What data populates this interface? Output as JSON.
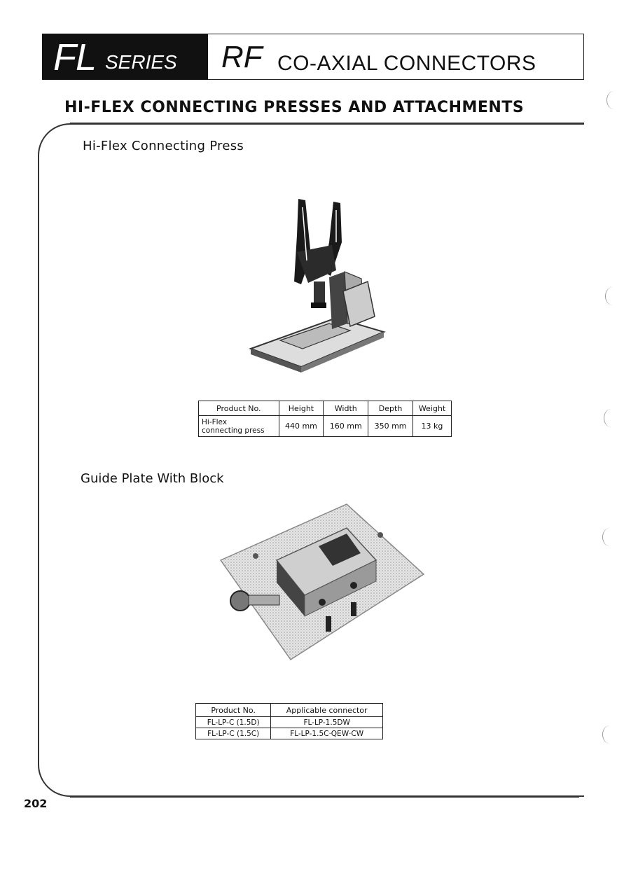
{
  "header": {
    "series_prefix": "FL",
    "series_word": "SERIES",
    "rf_mark": "RF",
    "title": "CO-AXIAL CONNECTORS"
  },
  "section_heading": "HI-FLEX CONNECTING PRESSES AND ATTACHMENTS",
  "press": {
    "heading": "Hi-Flex Connecting Press",
    "table": {
      "headers": [
        "Product No.",
        "Height",
        "Width",
        "Depth",
        "Weight"
      ],
      "row": {
        "name_line1": "Hi-Flex",
        "name_line2": "connecting press",
        "height": "440 mm",
        "width": "160 mm",
        "depth": "350 mm",
        "weight": "13 kg"
      }
    }
  },
  "guide": {
    "heading": "Guide Plate With Block",
    "table": {
      "headers": [
        "Product No.",
        "Applicable connector"
      ],
      "rows": [
        {
          "product": "FL-LP-C (1.5D)",
          "connector": "FL-LP-1.5DW"
        },
        {
          "product": "FL-LP-C (1.5C)",
          "connector": "FL-LP-1.5C·QEW·CW"
        }
      ]
    }
  },
  "page_number": "202",
  "colors": {
    "ink": "#111111",
    "paper": "#ffffff",
    "banner_fill": "#111111"
  }
}
